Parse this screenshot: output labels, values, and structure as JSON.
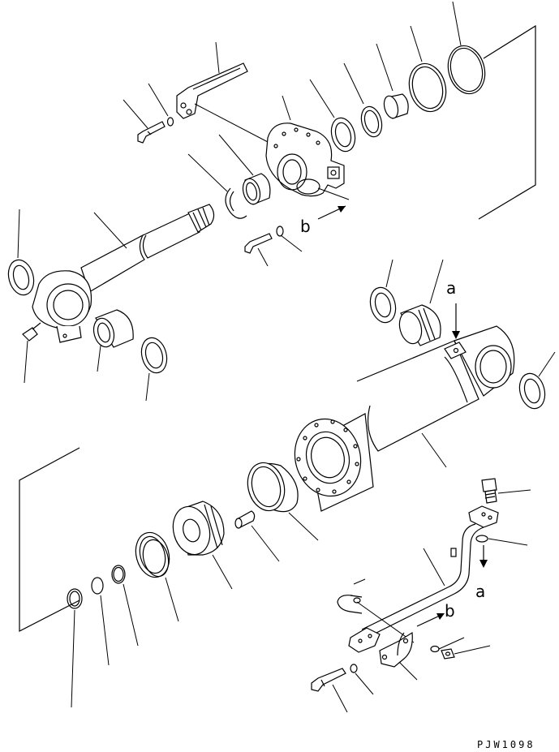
{
  "labels": {
    "a": "a",
    "b": "b"
  },
  "drawing_code": "PJW1098"
}
